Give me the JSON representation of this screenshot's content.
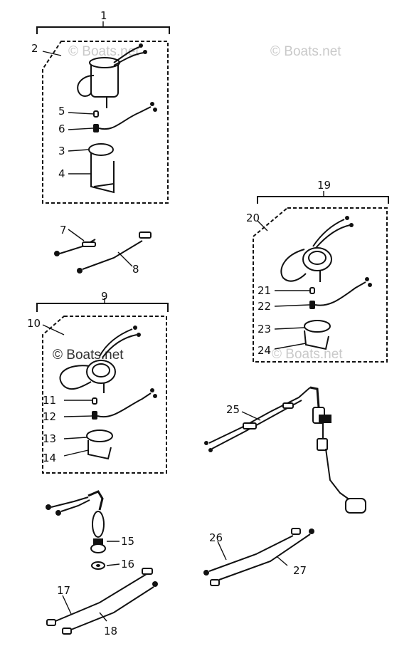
{
  "watermarks": {
    "top_left": "© Boats.net",
    "top_right": "© Boats.net",
    "middle_left": "© Boats.net",
    "middle_right": "© Boats.net"
  },
  "callouts": [
    "1",
    "2",
    "3",
    "4",
    "5",
    "6",
    "7",
    "8",
    "9",
    "10",
    "11",
    "12",
    "13",
    "14",
    "15",
    "16",
    "17",
    "18",
    "19",
    "20",
    "21",
    "22",
    "23",
    "24",
    "25",
    "26",
    "27"
  ]
}
